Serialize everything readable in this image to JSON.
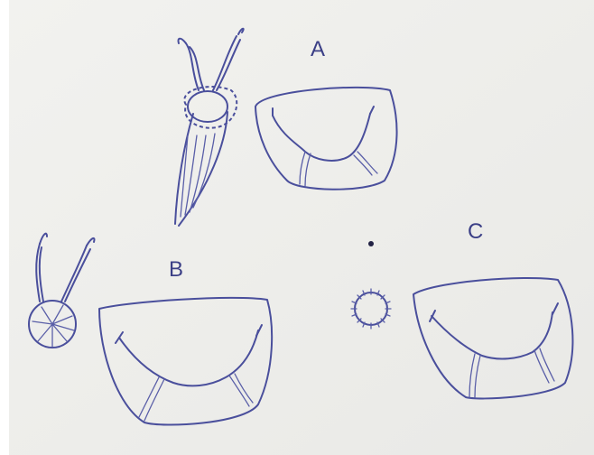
{
  "labels": {
    "a": "A",
    "b": "B",
    "c": "C"
  },
  "colors": {
    "paper": "#efefec",
    "ink": "#4a4f9c"
  }
}
